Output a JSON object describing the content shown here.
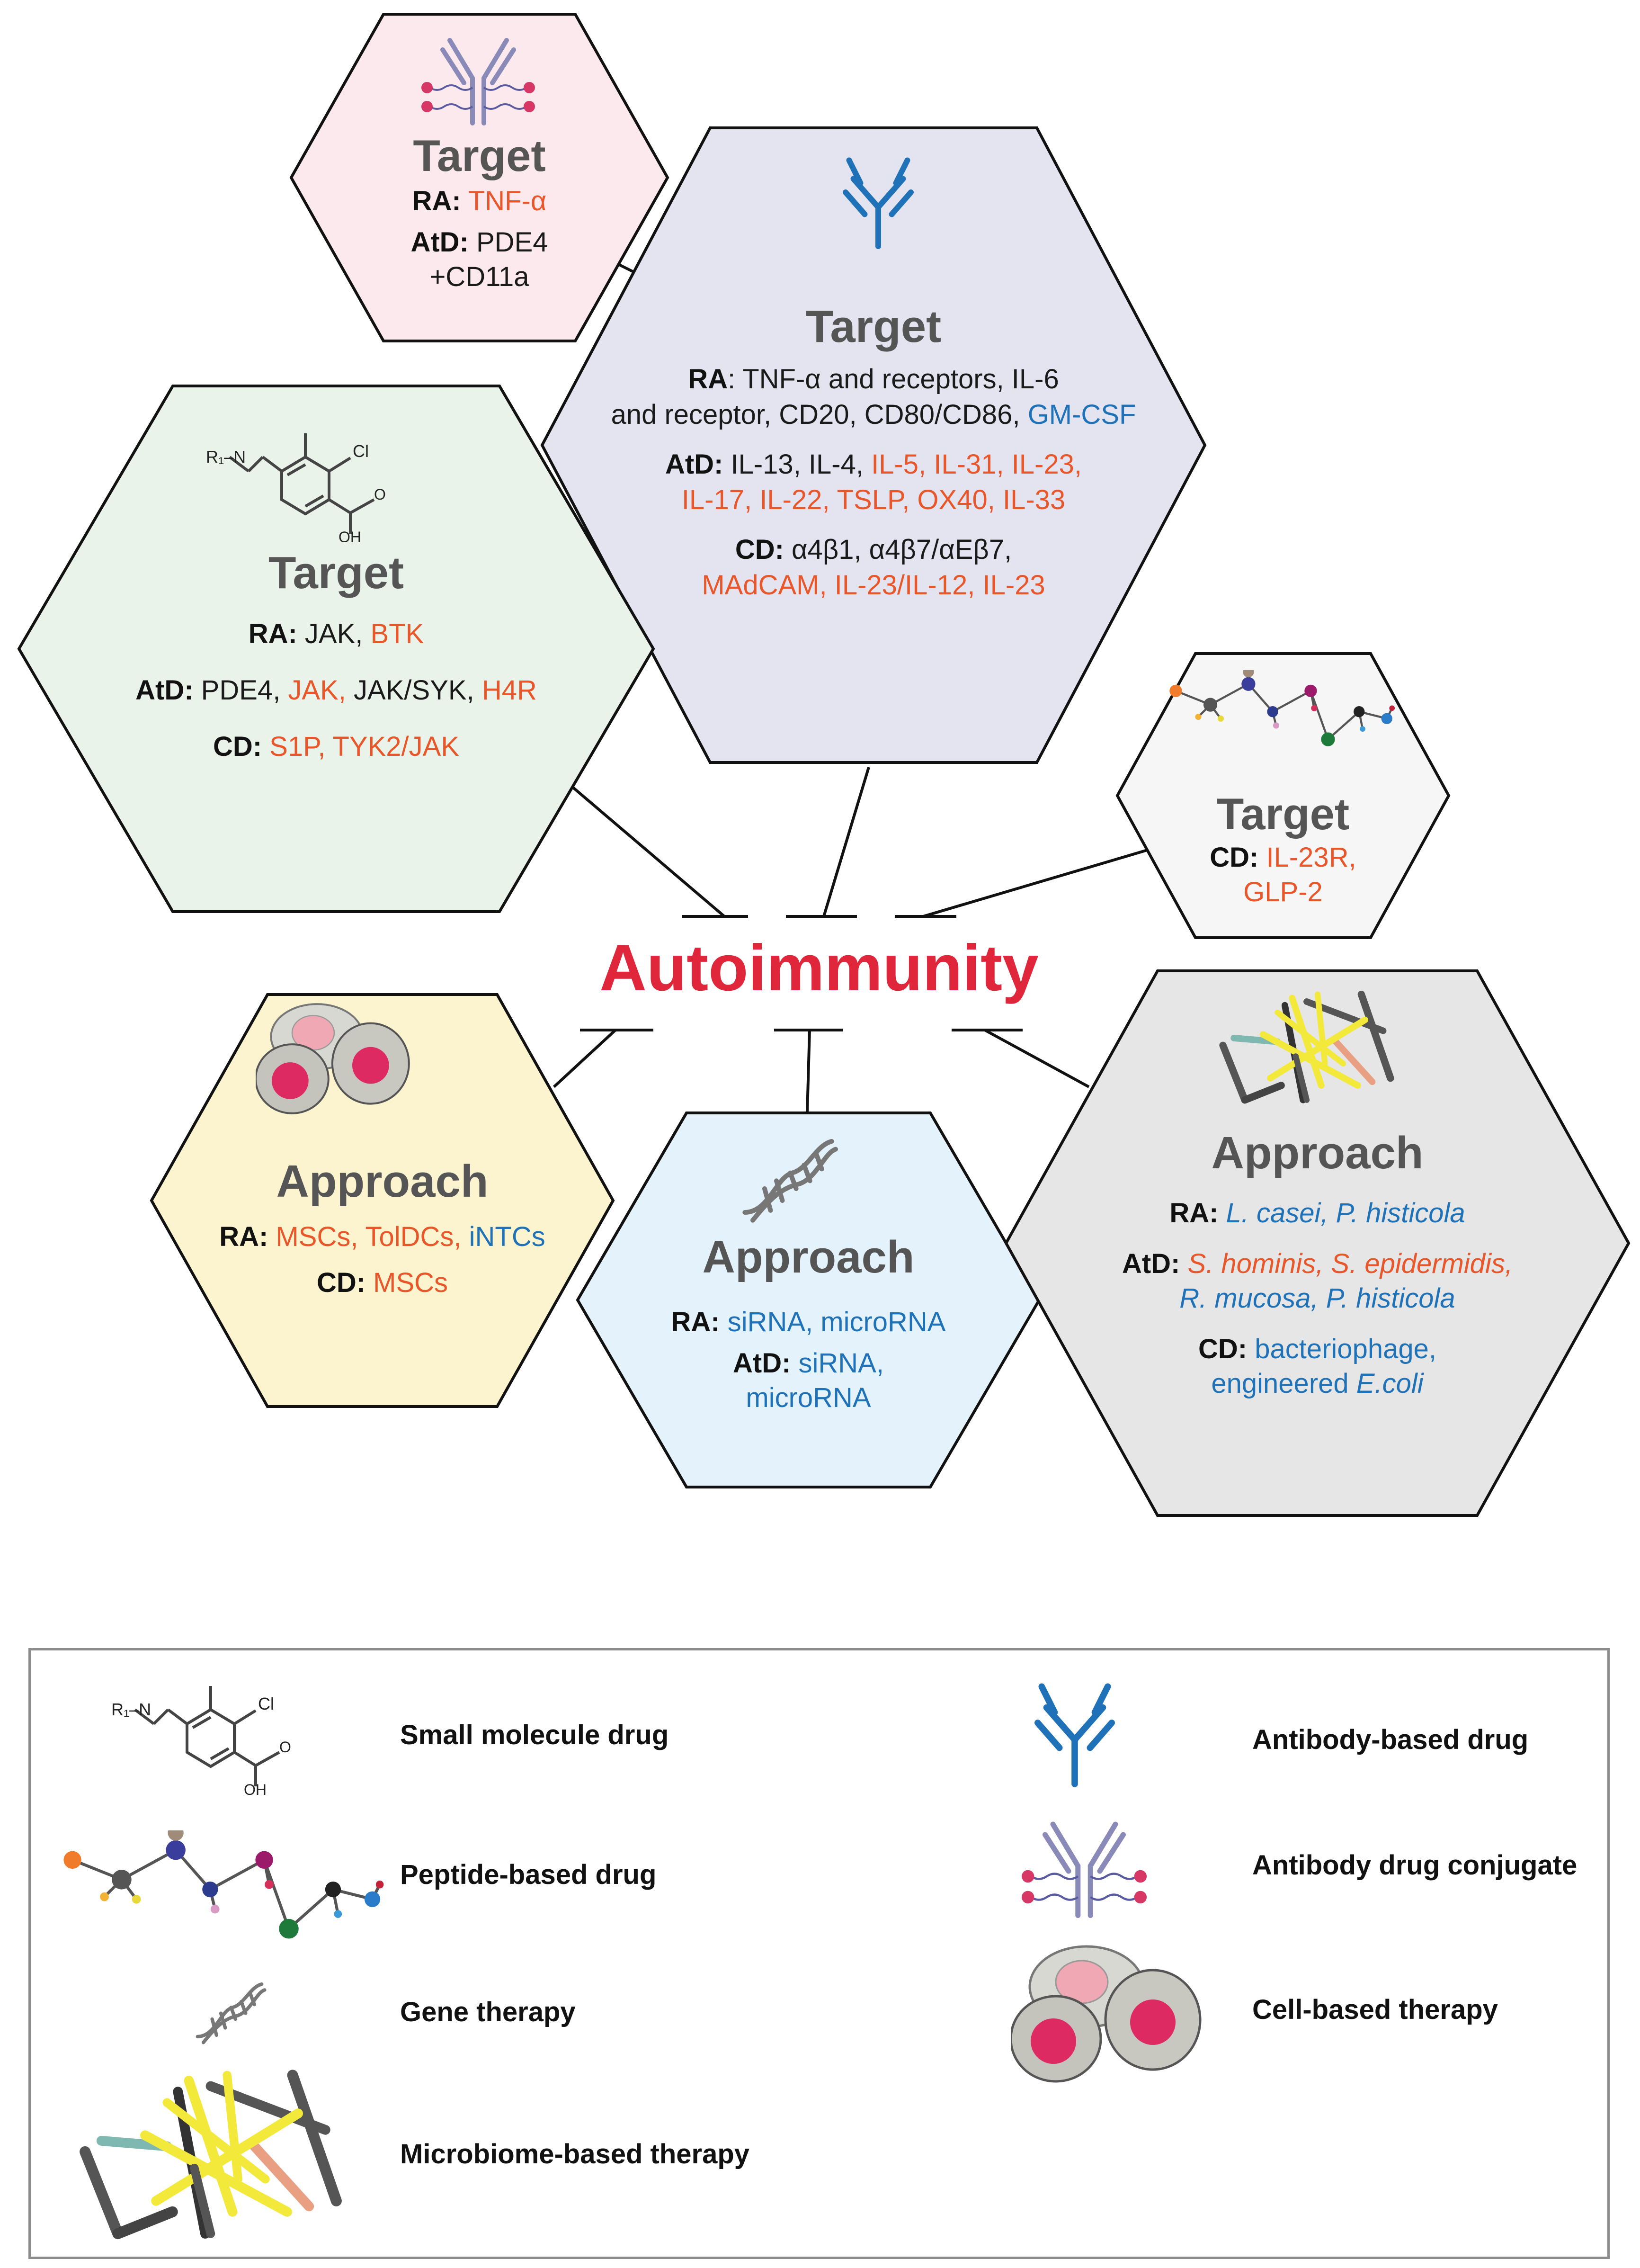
{
  "center": {
    "label": "Autoimmunity",
    "color": "#e0263a"
  },
  "colors": {
    "highlight_orange": "#e8562a",
    "highlight_blue": "#1f72b8",
    "adc_fill": "#fbe9ee",
    "antibody_fill": "#e4e4f1",
    "small_molecule_fill": "#e9f3ea",
    "peptide_fill": "#f6f6f6",
    "cell_fill": "#fcf4cf",
    "gene_fill": "#e3f2fb",
    "microbiome_fill": "#e6e6e6"
  },
  "hexes": {
    "adc": {
      "icon": "antibody-drug-conjugate-icon",
      "title": "Target",
      "ra_label": "RA:",
      "ra_1": "TNF-α",
      "atd_label": "AtD:",
      "atd_1": "PDE4",
      "atd_2": "+CD11a"
    },
    "antibody": {
      "icon": "antibody-icon",
      "title": "Target",
      "ra_label": "RA",
      "ra_1": ": TNF-α and receptors, IL-6",
      "ra_2": "and receptor, CD20, CD80/CD86, ",
      "ra_3": "GM-CSF",
      "atd_label": "AtD:",
      "atd_1": " IL-13, IL-4, ",
      "atd_2": "IL-5, IL-31, IL-23,",
      "atd_3": "IL-17, IL-22, TSLP, OX40, IL-33",
      "cd_label": "CD:",
      "cd_1": " α4β1, α4β7/αEβ7,",
      "cd_2": "MAdCAM, IL-23/IL-12, IL-23"
    },
    "small_molecule": {
      "icon": "small-molecule-icon",
      "title": "Target",
      "ra_label": "RA:",
      "ra_1": " JAK, ",
      "ra_2": "BTK",
      "atd_label": "AtD:",
      "atd_1": " PDE4, ",
      "atd_2": "JAK,",
      "atd_3": " JAK/SYK, ",
      "atd_4": "H4R",
      "cd_label": "CD:",
      "cd_1": " S1P, TYK2/JAK"
    },
    "peptide": {
      "icon": "peptide-icon",
      "title": "Target",
      "cd_label": "CD:",
      "cd_1": " IL-23R,",
      "cd_2": "GLP-2"
    },
    "cell": {
      "icon": "cells-icon",
      "title": "Approach",
      "ra_label": "RA:",
      "ra_1": " MSCs, TolDCs, ",
      "ra_2": "iNTCs",
      "cd_label": "CD:",
      "cd_1": " MSCs"
    },
    "gene": {
      "icon": "dna-icon",
      "title": "Approach",
      "ra_label": "RA:",
      "ra_1": " siRNA, microRNA",
      "atd_label": "AtD:",
      "atd_1": " siRNA,",
      "atd_2": "microRNA"
    },
    "microbiome": {
      "icon": "microbiome-icon",
      "title": "Approach",
      "ra_label": "RA:",
      "ra_1": " L. casei, P. histicola",
      "atd_label": "AtD:",
      "atd_1": " S. hominis, S. epidermidis,",
      "atd_2": "R. mucosa, P. histicola",
      "cd_label": "CD:",
      "cd_1": " bacteriophage,",
      "cd_2": "engineered ",
      "cd_3": "E.coli"
    }
  },
  "legend": {
    "small_molecule": "Small molecule drug",
    "peptide": "Peptide-based drug",
    "gene": "Gene therapy",
    "microbiome": "Microbiome-based therapy",
    "antibody": "Antibody-based drug",
    "adc": "Antibody drug conjugate",
    "cell": "Cell-based therapy"
  }
}
